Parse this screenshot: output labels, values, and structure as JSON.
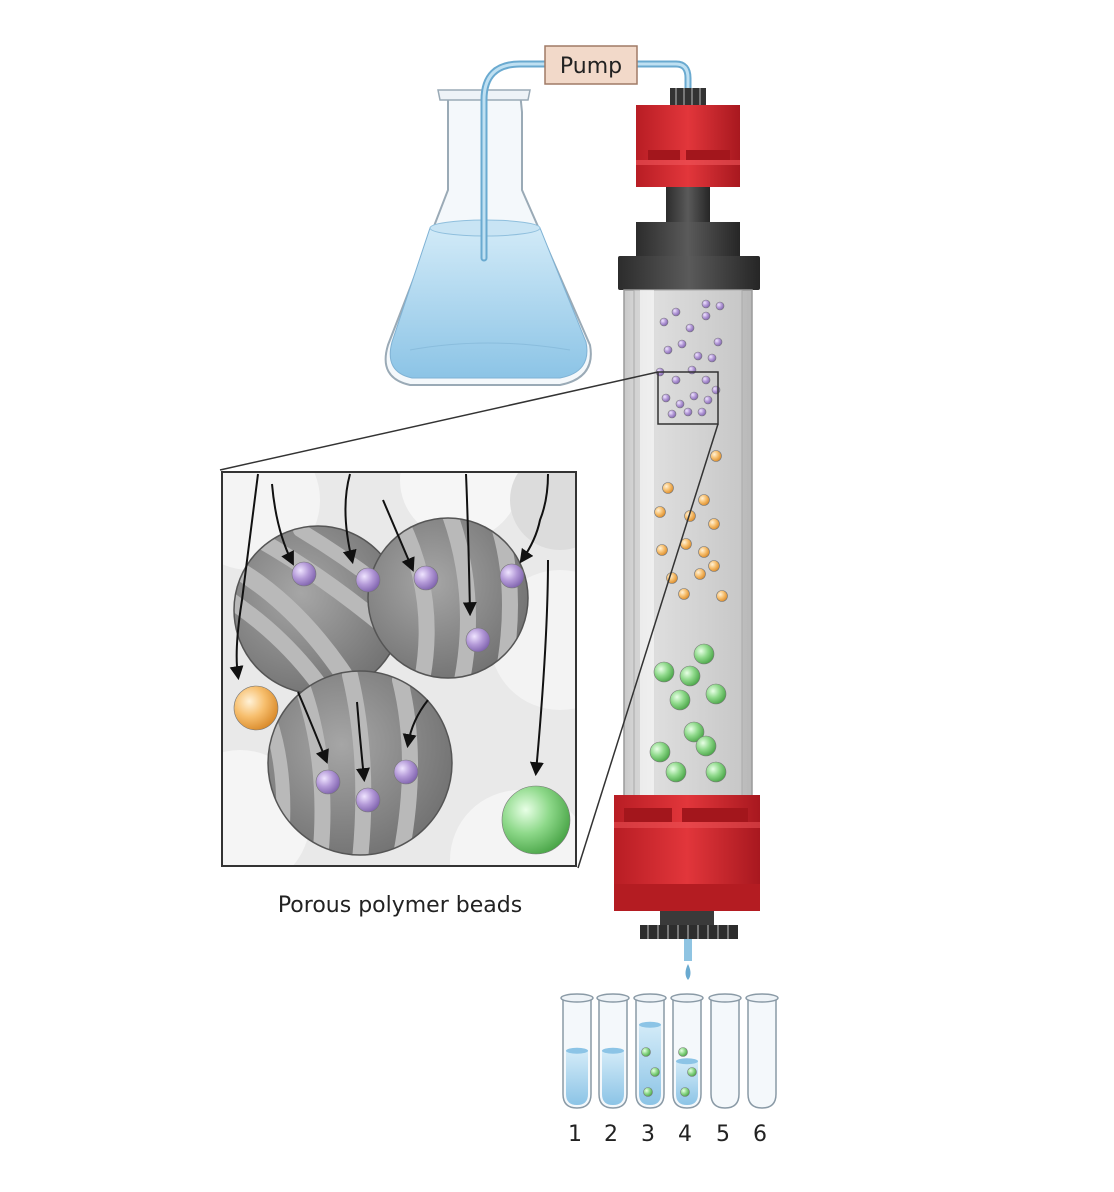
{
  "labels": {
    "pump": "Pump",
    "inset_caption": "Porous polymer beads"
  },
  "tubes": [
    {
      "label": "1",
      "fill_level": 0.55,
      "green_beads": 0
    },
    {
      "label": "2",
      "fill_level": 0.55,
      "green_beads": 0
    },
    {
      "label": "3",
      "fill_level": 0.8,
      "green_beads": 3
    },
    {
      "label": "4",
      "fill_level": 0.45,
      "green_beads": 3
    },
    {
      "label": "5",
      "fill_level": 0.0,
      "green_beads": 0
    },
    {
      "label": "6",
      "fill_level": 0.0,
      "green_beads": 0
    }
  ],
  "colors": {
    "cap_red": "#d8282e",
    "cap_dark": "#3a3a3a",
    "liquid": "#a9d4ee",
    "tubing": "#8fc4e2",
    "pump_box": "#f2d9c9",
    "bead_purple": "#a98fd0",
    "bead_orange": "#f4b25a",
    "bead_green": "#7ed07a"
  }
}
